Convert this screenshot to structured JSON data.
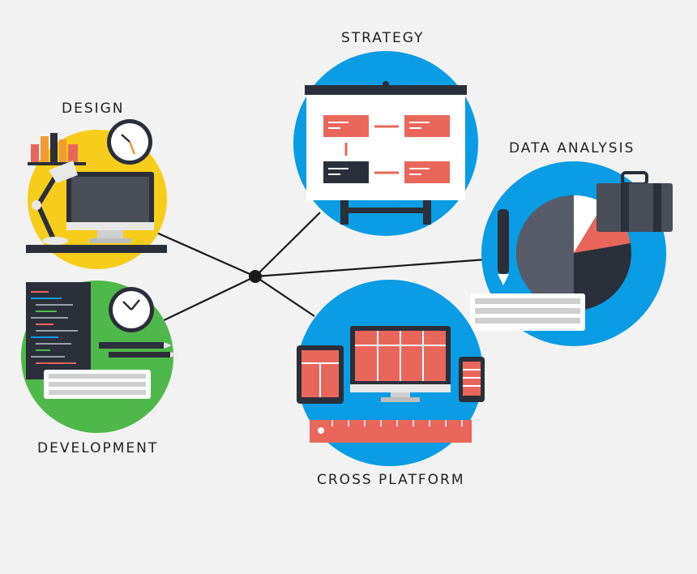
{
  "nodes": {
    "strategy": {
      "label": "STRATEGY"
    },
    "design": {
      "label": "DESIGN"
    },
    "data_analysis": {
      "label": "DATA ANALYSIS"
    },
    "development": {
      "label": "DEVELOPMENT"
    },
    "cross_platform": {
      "label": "CROSS PLATFORM"
    }
  },
  "colors": {
    "background": "#f2f2f2",
    "blue": "#0a9ce4",
    "yellow": "#f7cd1c",
    "green": "#4fb84a",
    "coral": "#e8675a",
    "dark": "#2b2f3a",
    "line": "#1a1a1a"
  }
}
